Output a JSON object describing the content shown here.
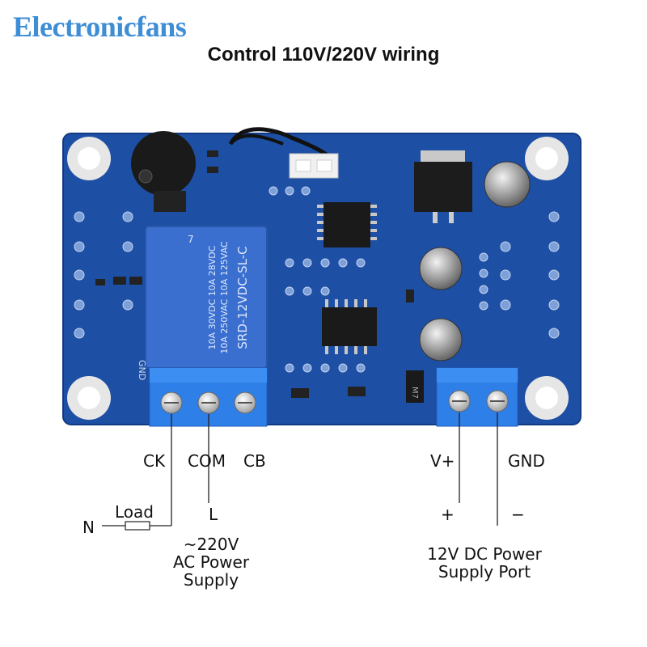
{
  "brand": "Electronicfans",
  "title": "Control 110V/220V wiring",
  "relay": {
    "marking_lines": [
      "SRD-12VDC-SL-C",
      "10A 250VAC 10A 125VAC",
      "10A 30VDC 10A 28VDC"
    ],
    "number": "7"
  },
  "pcb_marks": {
    "gnd": "GND",
    "chip": "M7"
  },
  "terminals": {
    "ck": "CK",
    "com": "COM",
    "cb": "CB",
    "vplus": "V+",
    "gnd": "GND"
  },
  "wiring": {
    "n": "N",
    "load": "Load",
    "l": "L",
    "plus": "+",
    "minus": "−"
  },
  "ac_supply": [
    "~220V",
    "AC Power",
    "Supply"
  ],
  "dc_supply": [
    "12V DC Power",
    "Supply Port"
  ],
  "colors": {
    "brand": "#3e8ed6",
    "pcb": "#1d4fa5",
    "relay": "#3a6fd0",
    "terminal": "#2f7fe8"
  }
}
